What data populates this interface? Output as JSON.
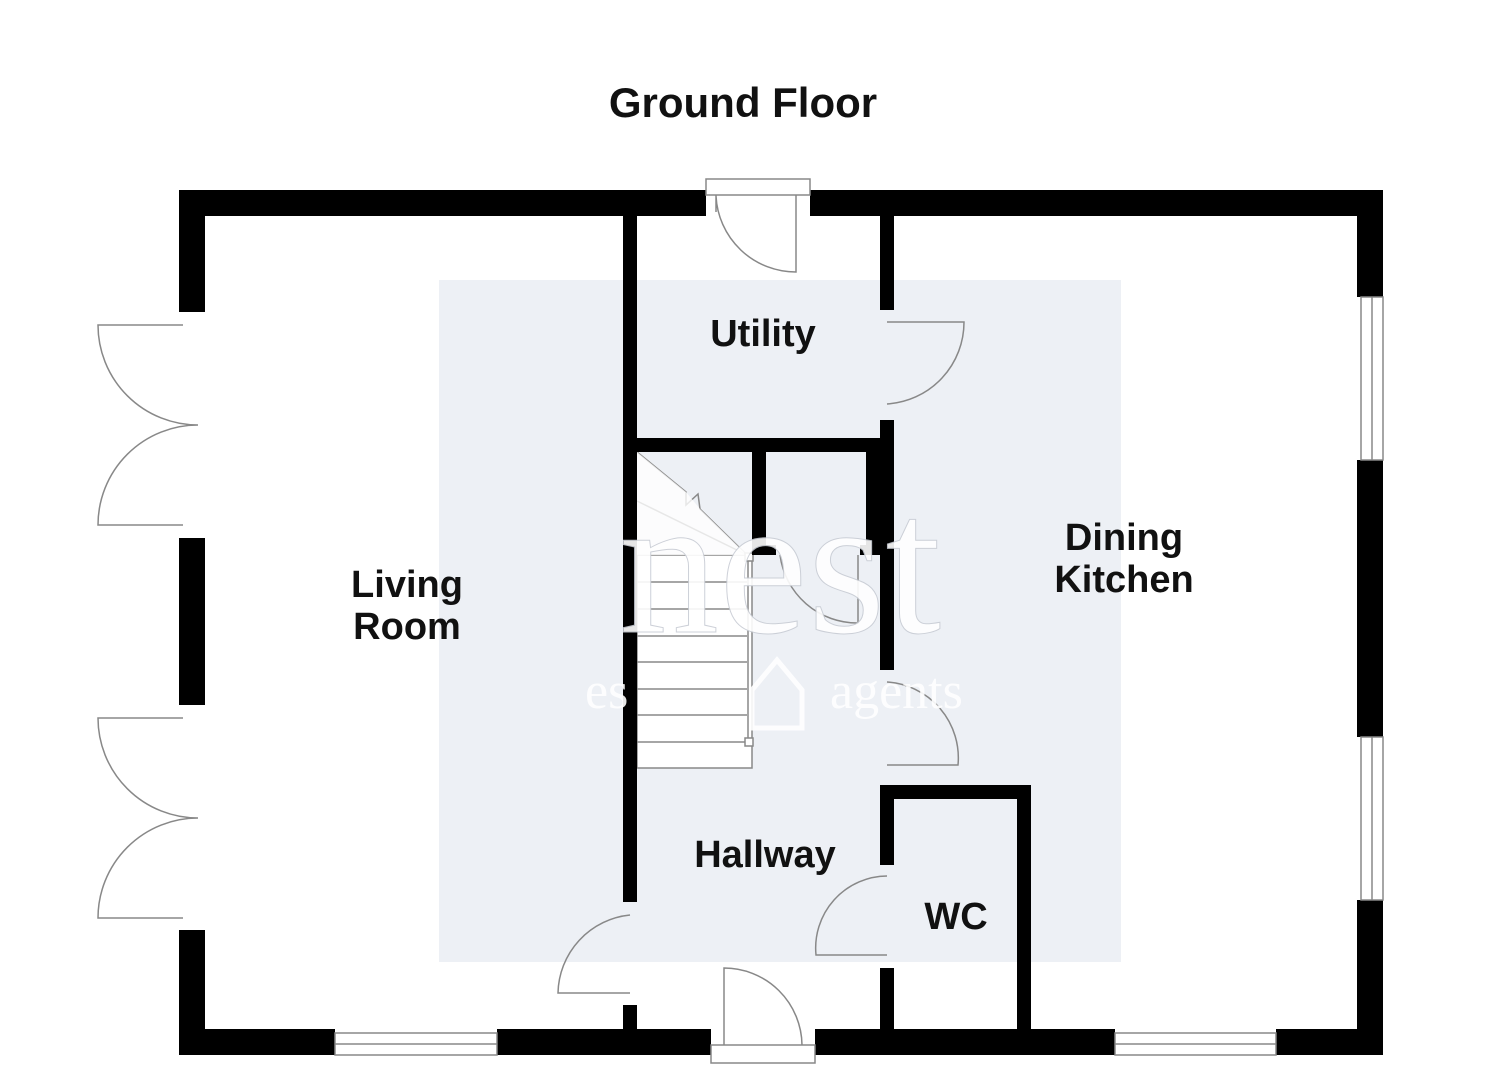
{
  "title": "Ground Floor",
  "rooms": {
    "living_room": [
      "Living",
      "Room"
    ],
    "utility": "Utility",
    "dining_kitchen": [
      "Dining",
      "Kitchen"
    ],
    "hallway": "Hallway",
    "wc": "WC"
  },
  "watermark": {
    "brand": "nest",
    "sub_left": "es",
    "sub_right": "agents"
  },
  "colors": {
    "wall": "#000000",
    "floor_tint": "#edf0f5"
  }
}
